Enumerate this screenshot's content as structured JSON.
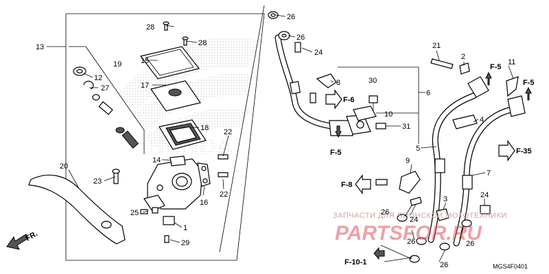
{
  "callouts": {
    "c1": "1",
    "c2": "2",
    "c3": "3",
    "c4": "4",
    "c5": "5",
    "c6": "6",
    "c7": "7",
    "c8": "8",
    "c9": "9",
    "c10": "10",
    "c11": "11",
    "c12": "12",
    "c13": "13",
    "c14": "14",
    "c15": "15",
    "c16": "16",
    "c17": "17",
    "c18": "18",
    "c19": "19",
    "c20": "20",
    "c21": "21",
    "c22a": "22",
    "c22b": "22",
    "c23": "23",
    "c24a": "24",
    "c24b": "24",
    "c24c": "24",
    "c25": "25",
    "c26a": "26",
    "c26b": "26",
    "c26c": "26",
    "c26d": "26",
    "c26e": "26",
    "c26f": "26",
    "c27": "27",
    "c28a": "28",
    "c28b": "28",
    "c29": "29",
    "c30": "30",
    "c31": "31"
  },
  "references": {
    "f5_left": "F-5",
    "f5_top": "F-5",
    "f5_right": "F-5",
    "f6": "F-6",
    "f8": "F-8",
    "f35": "F-35",
    "f101": "F-10-1",
    "front": "FR."
  },
  "watermark": {
    "text": "ЗАПЧАСТИ ДЛЯ ЯПОНСКОЙ МОТОТЕХНИКИ",
    "logo": "PARTSFOR.RU"
  },
  "diagram_code": "MGS4F0401",
  "colors": {
    "line": "#000000",
    "watermark": "#e05560",
    "background": "#ffffff"
  }
}
